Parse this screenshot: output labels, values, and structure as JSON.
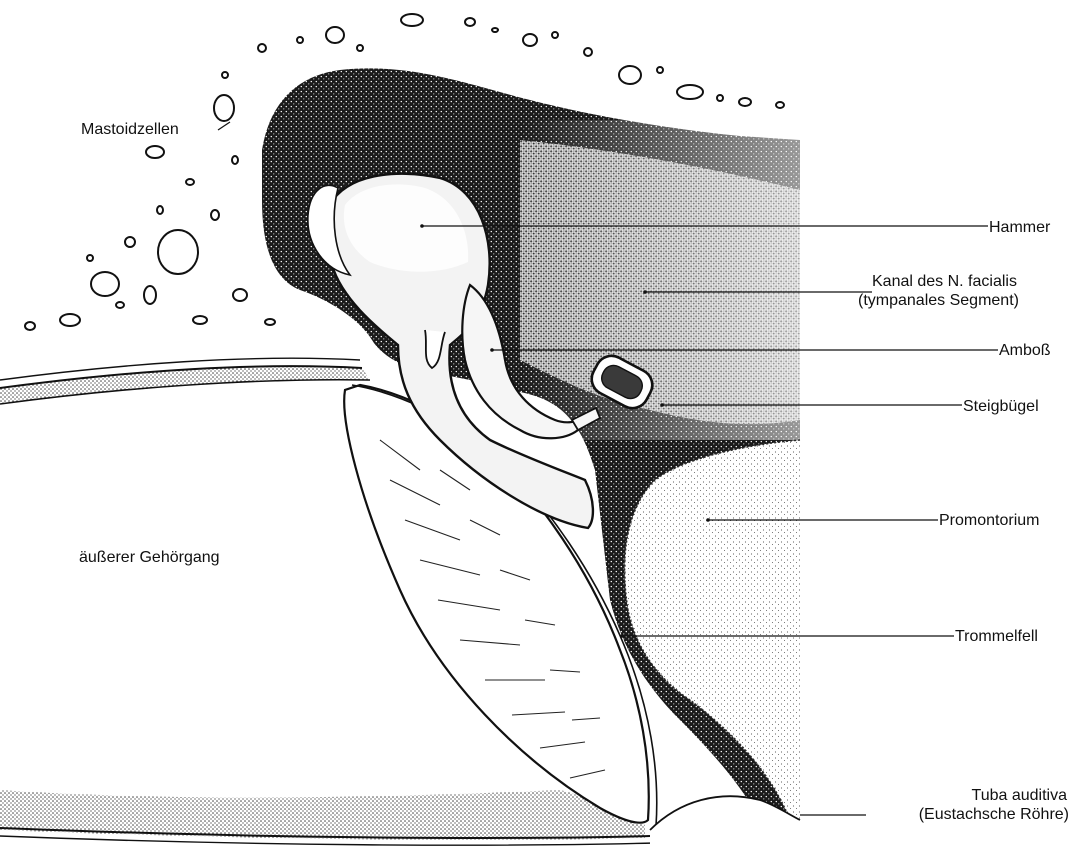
{
  "diagram": {
    "labels": {
      "mastoid_cells": "Mastoidzellen",
      "external_canal": "äußerer Gehörgang",
      "malleus": "Hammer",
      "facial_canal_line1": "Kanal des N. facialis",
      "facial_canal_line2": "(tympanales Segment)",
      "incus": "Amboß",
      "stapes": "Steigbügel",
      "promontory": "Promontorium",
      "eardrum": "Trommelfell",
      "tube_line1": "Tuba auditiva",
      "tube_line2": "(Eustachsche Röhre)"
    },
    "colors": {
      "ink": "#111111",
      "bone_dark": "#2b2b2b",
      "paper": "#ffffff",
      "ossicle": "#f2f2f2"
    }
  }
}
